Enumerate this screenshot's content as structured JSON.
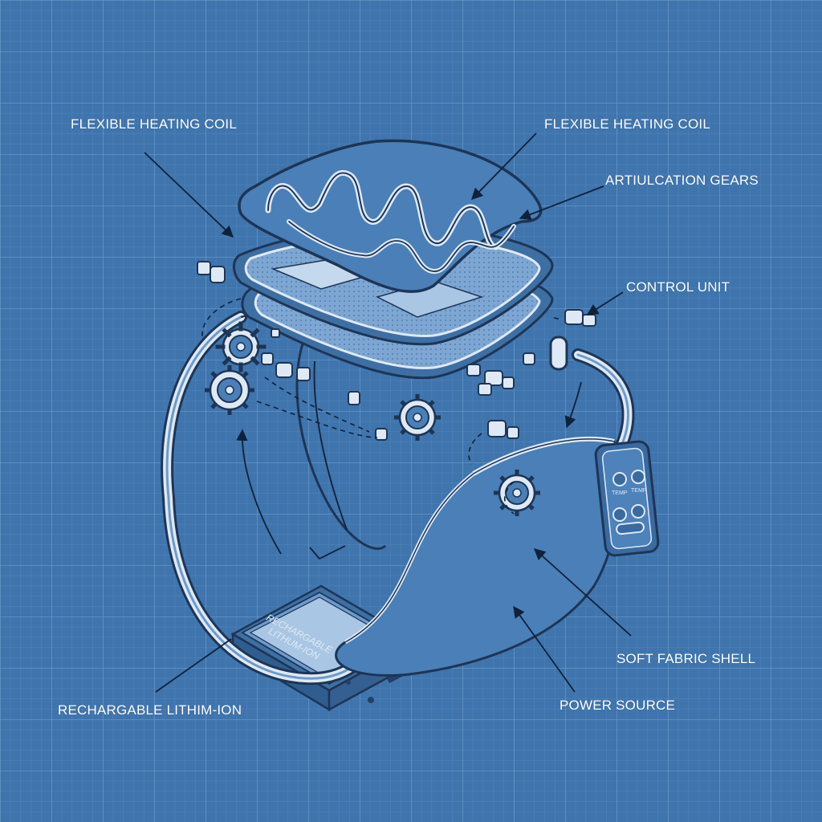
{
  "labels": {
    "heating_coil_left": "FLEXIBLE HEATING COIL",
    "heating_coil_right": "FLEXIBLE HEATING COIL",
    "articulation_gears": "ARTIULCATION GEARS",
    "control_unit": "CONTROL UNIT",
    "soft_fabric_shell": "SOFT FABRIC SHELL",
    "power_source": "POWER SOURCE",
    "battery_callout": "RECHARGABLE LITHIM-ION"
  },
  "battery": {
    "line1": "RECHARGABLE",
    "line2": "LITHUM-ION"
  },
  "remote": {
    "label_left": "TEMP",
    "label_right": "TEMP"
  },
  "colors": {
    "background": "#3f74ad",
    "grid_fine": "#5a8cc0",
    "grid_major": "#6d9bcb",
    "shell_fill": "#4a7fb8",
    "outline": "#1d3556",
    "highlight": "#dfe9f5"
  }
}
